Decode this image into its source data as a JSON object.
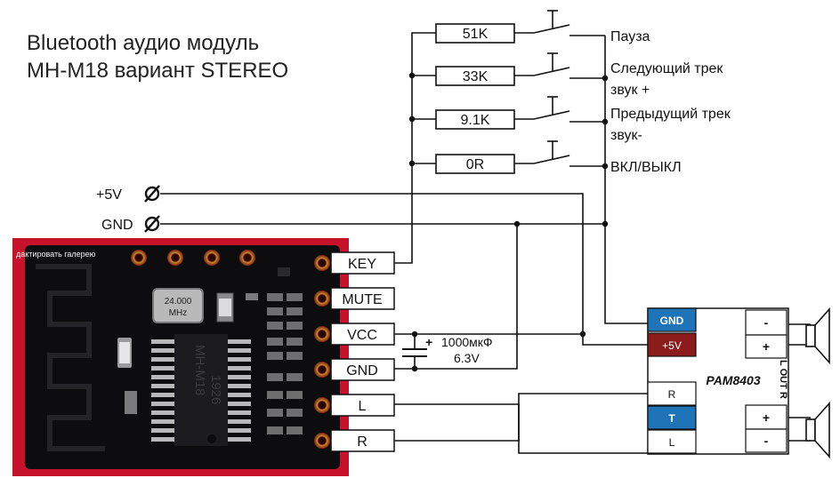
{
  "title": {
    "line1": "Bluetooth аудио модуль",
    "line2": "MH-M18 вариант STEREO"
  },
  "resistors": [
    {
      "value": "51K"
    },
    {
      "value": "33K"
    },
    {
      "value": "9.1K"
    },
    {
      "value": "0R"
    }
  ],
  "button_labels": {
    "pause": "Пауза",
    "next_1": "Следующий трек",
    "next_2": "звук +",
    "prev_1": "Предыдущий трек",
    "prev_2": "звук-",
    "power": "ВКЛ/ВЫКЛ"
  },
  "power_terminals": {
    "plus5v": "+5V",
    "gnd": "GND"
  },
  "module": {
    "overlay_text": "дактировать галерею",
    "crystal_1": "24.000",
    "crystal_2": "MHz",
    "chip_1": "MH-M18",
    "chip_2": "1926",
    "pins": [
      {
        "label": "KEY"
      },
      {
        "label": "MUTE"
      },
      {
        "label": "VCC"
      },
      {
        "label": "GND"
      },
      {
        "label": "L"
      },
      {
        "label": "R"
      }
    ]
  },
  "capacitor": {
    "plus": "+",
    "value": "1000мкФ",
    "voltage": "6.3V"
  },
  "amplifier": {
    "name": "PAM8403",
    "gnd": "GND",
    "plus5v": "+5V",
    "r_in": "R",
    "t_in": "T",
    "l_in": "L",
    "out_minus_1": "-",
    "out_plus_1": "+",
    "out_plus_2": "+",
    "out_minus_2": "-",
    "side_label": "L OUT R",
    "colors": {
      "gnd": "#1f74b8",
      "plus5v": "#8c1c1c",
      "t": "#1f74b8"
    }
  }
}
